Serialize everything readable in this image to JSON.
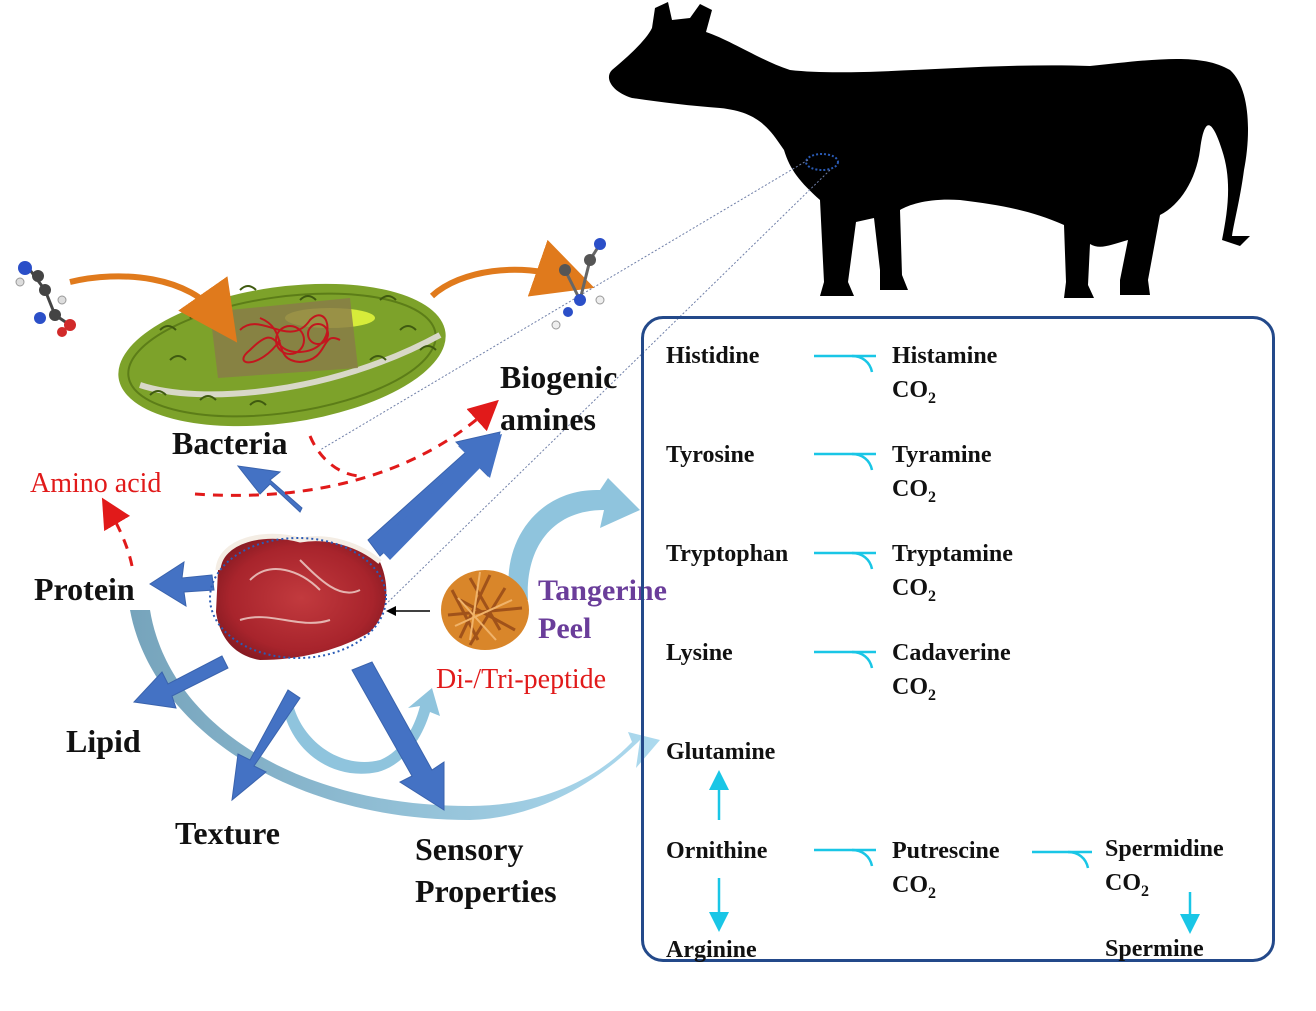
{
  "labels": {
    "bacteria": "Bacteria",
    "biogenic_line1": "Biogenic",
    "biogenic_line2": "amines",
    "amino_acid": "Amino acid",
    "protein": "Protein",
    "lipid": "Lipid",
    "texture": "Texture",
    "sensory_line1": "Sensory",
    "sensory_line2": "Properties",
    "tangerine_line1": "Tangerine",
    "tangerine_line2": "Peel",
    "peptide": "Di-/Tri-peptide"
  },
  "pathways": [
    {
      "substrate": "Histidine",
      "product": "Histamine",
      "byproduct": "CO2"
    },
    {
      "substrate": "Tyrosine",
      "product": "Tyramine",
      "byproduct": "CO2"
    },
    {
      "substrate": "Tryptophan",
      "product": "Tryptamine",
      "byproduct": "CO2"
    },
    {
      "substrate": "Lysine",
      "product": "Cadaverine",
      "byproduct": "CO2"
    }
  ],
  "ornithine_block": {
    "top": "Glutamine",
    "center": "Ornithine",
    "bottom": "Arginine",
    "product": "Putrescine",
    "product_byproduct": "CO2",
    "next": "Spermidine",
    "next_byproduct": "CO2",
    "final": "Spermine"
  },
  "colors": {
    "blue_arrow": "#4472c4",
    "light_arrow": "#8fc4dd",
    "cyan_arrow": "#19c6e6",
    "red_dashed": "#e11a1a",
    "box_border": "#23498a",
    "bacteria_green": "#7da22a",
    "cow": "#000000"
  }
}
